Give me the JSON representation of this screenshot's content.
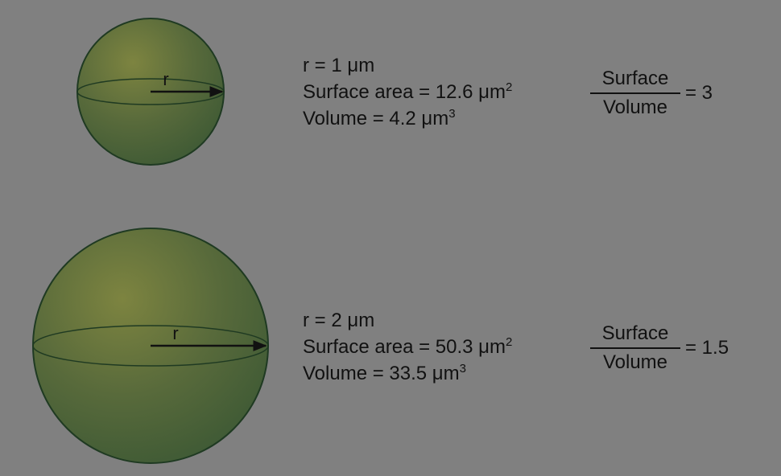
{
  "colors": {
    "background": "#808080",
    "sphere_light": "#7d8440",
    "sphere_dark": "#3f5a35",
    "outline": "#1f3a22",
    "text": "#111111"
  },
  "cells": [
    {
      "radius_label": "r",
      "radius_text": "r = 1 μm",
      "surface_text": "Surface area = 12.6 μm",
      "surface_exp": "2",
      "volume_text": "Volume = 4.2 μm",
      "volume_exp": "3",
      "ratio_numerator": "Surface",
      "ratio_denominator": "Volume",
      "ratio_value": "= 3"
    },
    {
      "radius_label": "r",
      "radius_text": "r = 2 μm",
      "surface_text": "Surface area = 50.3 μm",
      "surface_exp": "2",
      "volume_text": "Volume = 33.5 μm",
      "volume_exp": "3",
      "ratio_numerator": "Surface",
      "ratio_denominator": "Volume",
      "ratio_value": "= 1.5"
    }
  ]
}
